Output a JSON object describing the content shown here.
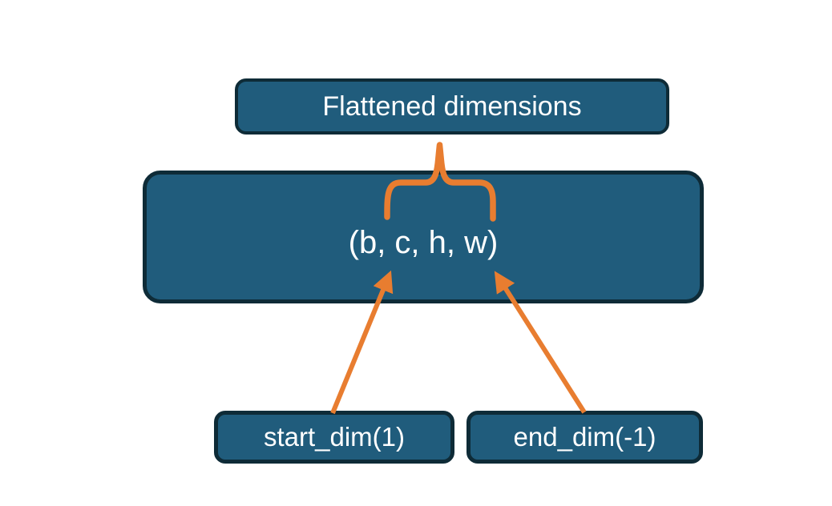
{
  "diagram": {
    "title_box": {
      "label": "Flattened dimensions"
    },
    "main_box": {
      "label": "(b, c, h, w)"
    },
    "start_box": {
      "label": "start_dim(1)"
    },
    "end_box": {
      "label": "end_dim(-1)"
    }
  },
  "colors": {
    "box-fill": "#205c7c",
    "box-border": "#0e2b37",
    "accent": "#e87d30",
    "label-color": "#ffffff",
    "page-bg": "#ffffff"
  }
}
